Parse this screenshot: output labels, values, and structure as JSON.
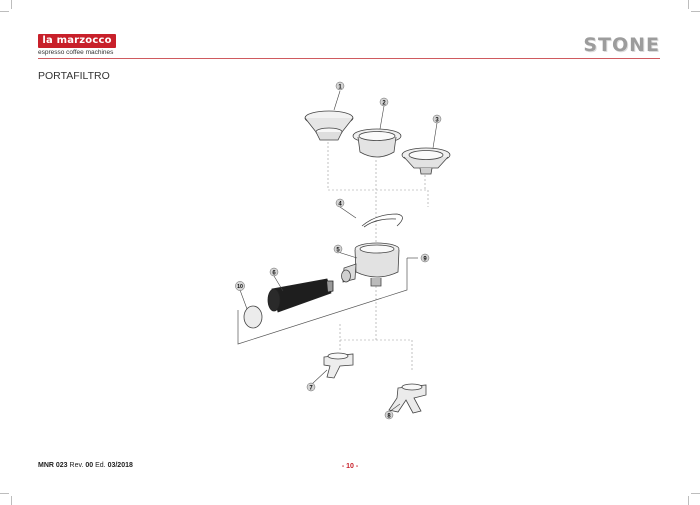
{
  "header": {
    "logo_text": "la marzocco",
    "tagline": "espresso coffee machines",
    "model_name": "STONE"
  },
  "section_title": "PORTAFILTRO",
  "diagram": {
    "callouts": [
      "1",
      "2",
      "3",
      "4",
      "5",
      "6",
      "7",
      "8",
      "9",
      "10"
    ]
  },
  "footer": {
    "doc_label": "MNR 023",
    "rev_label": "Rev.",
    "rev_value": "00",
    "ed_label": "Ed.",
    "ed_value": "03/2018",
    "page": "- 10 -"
  },
  "colors": {
    "brand_red": "#c8202a",
    "rule": "#cf5a5f",
    "model_gray": "#9c9c9c"
  }
}
